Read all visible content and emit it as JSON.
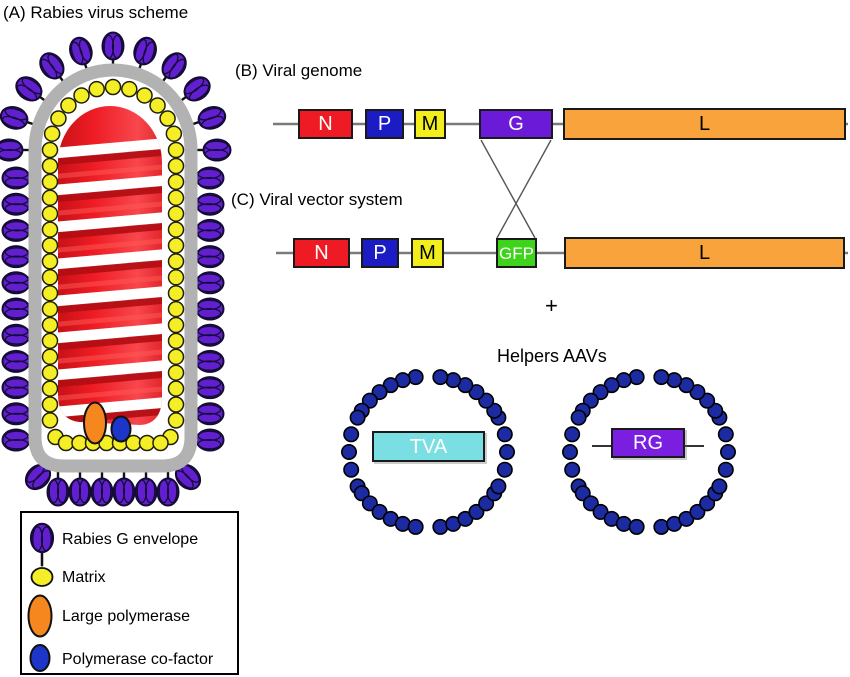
{
  "palette": {
    "gene_n_red": "#ee1b24",
    "gene_p_blue": "#1c1cc4",
    "gene_m_yellow": "#f2ee1c",
    "gene_g_purple": "#6b1ad8",
    "gene_l_orange": "#f8a33b",
    "gfp_green": "#3fd41c",
    "tva_cyan": "#7adfe2",
    "rg_purple": "#7a1fe0",
    "aav_dot_navy": "#1c2ba1",
    "envelope_purple": "#611fd0",
    "matrix_yellow": "#f3ee26",
    "membrane_gray": "#b2b2b2",
    "ribbon_red": "#e8141d",
    "ribbon_dark_red": "#b00d13",
    "large_polymerase_orange": "#f6871f",
    "cofactor_blue": "#1d35c8"
  },
  "panel_a": {
    "title": "(A) Rabies virus scheme"
  },
  "panel_b": {
    "title": "(B) Viral genome",
    "genes": [
      {
        "label": "N"
      },
      {
        "label": "P"
      },
      {
        "label": "M"
      },
      {
        "label": "G"
      },
      {
        "label": "L"
      }
    ]
  },
  "panel_c": {
    "title": "(C) Viral vector system",
    "plus_sign": "+",
    "genes": [
      {
        "label": "N"
      },
      {
        "label": "P"
      },
      {
        "label": "M"
      },
      {
        "label": "GFP"
      },
      {
        "label": "L"
      }
    ]
  },
  "helpers": {
    "title": "Helpers AAVs",
    "aavs": [
      {
        "label": "TVA"
      },
      {
        "label": "RG"
      }
    ]
  },
  "legend": {
    "items": [
      {
        "icon": "rabies-g-envelope-icon",
        "label": "Rabies G envelope"
      },
      {
        "icon": "matrix-icon",
        "label": "Matrix"
      },
      {
        "icon": "large-polymerase-icon",
        "label": "Large polymerase"
      },
      {
        "icon": "polymerase-cofactor-icon",
        "label": "Polymerase co-factor"
      }
    ]
  }
}
